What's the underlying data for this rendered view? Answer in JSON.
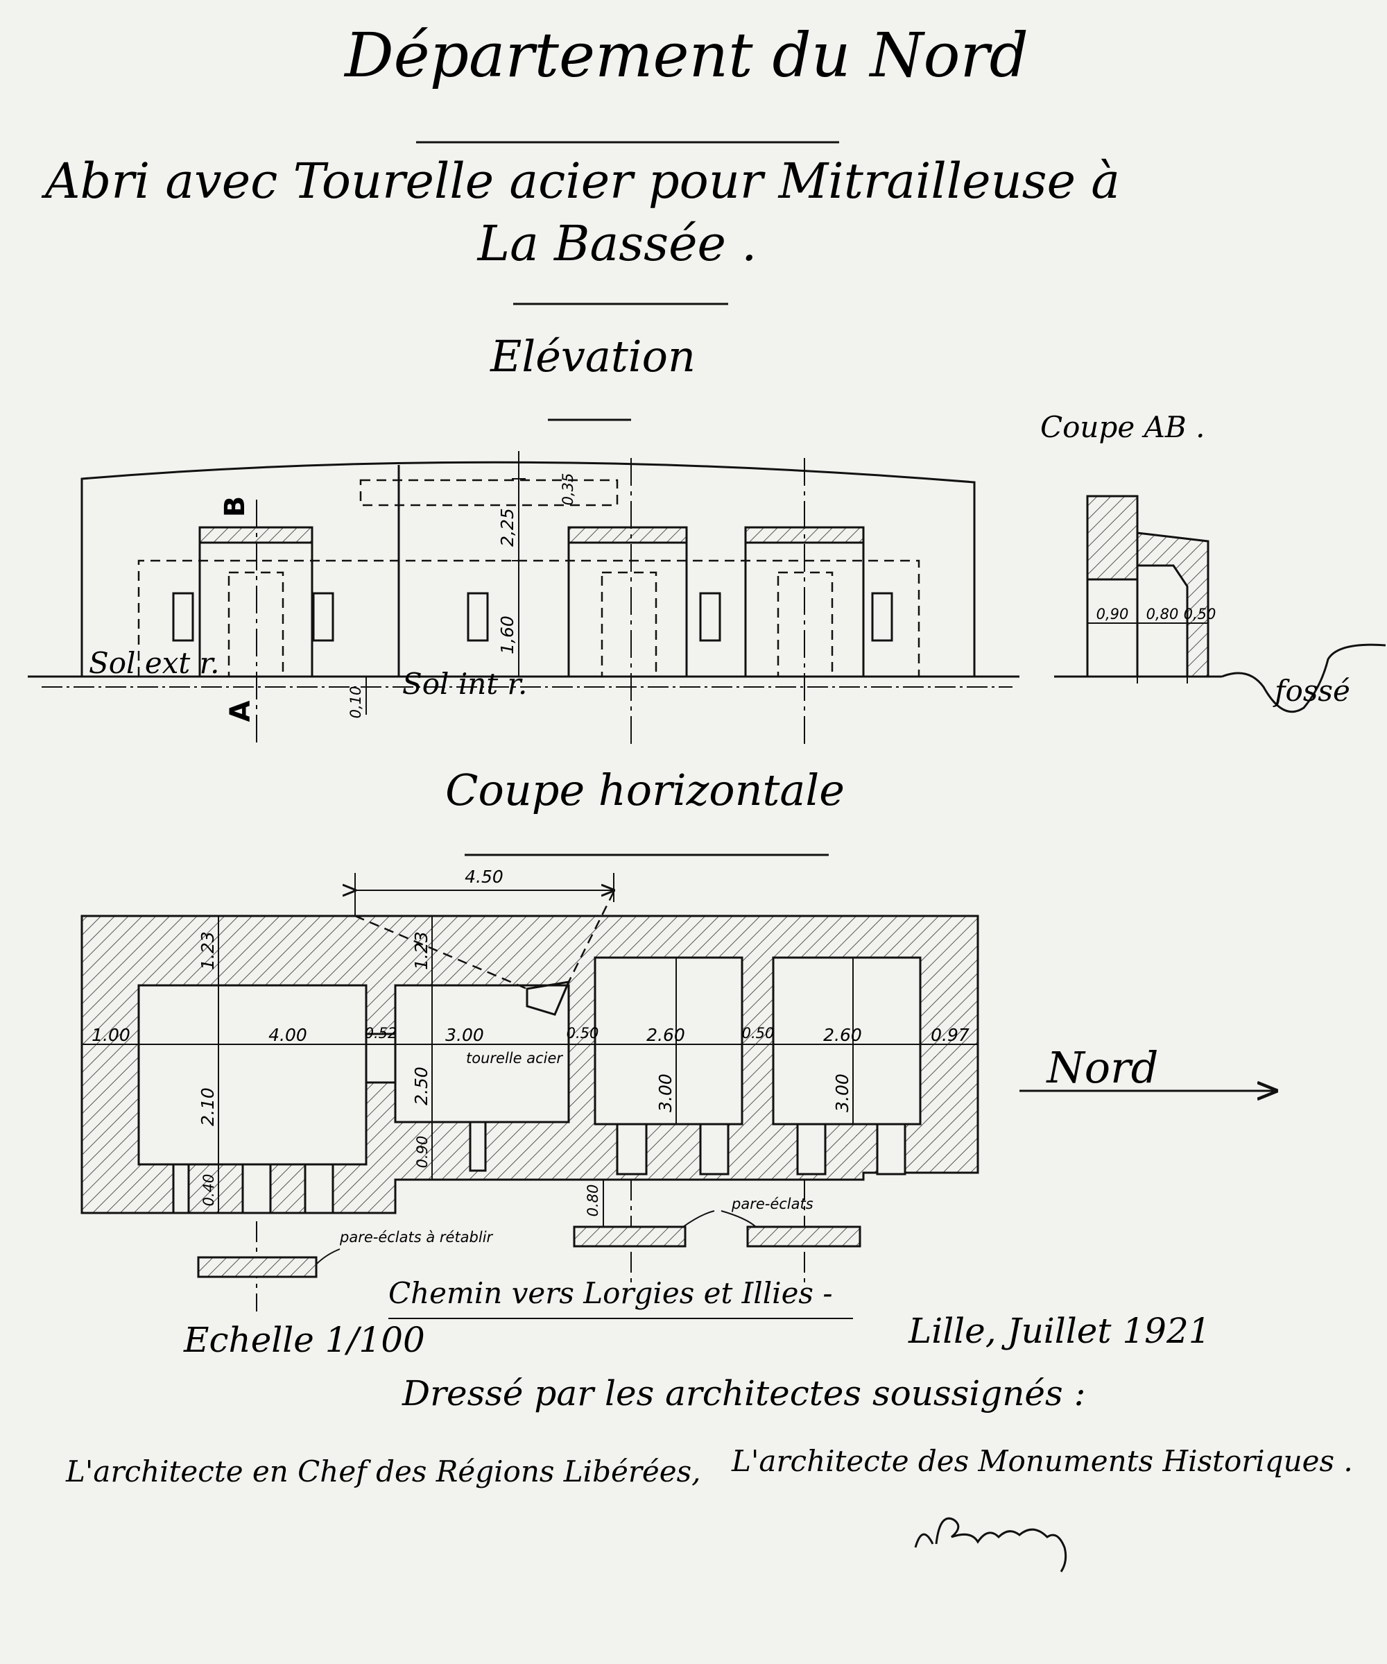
{
  "title": {
    "line1": "Département du Nord",
    "line2": "Abri avec Tourelle acier pour Mitrailleuse à",
    "line3": "La Bassée ."
  },
  "elevation": {
    "heading": "Elévation",
    "label_b": "B",
    "label_a": "A",
    "sol_ext": "Sol ext r.",
    "sol_int": "Sol int r.",
    "dims": {
      "d035": "0,35",
      "d225": "2,25",
      "d160": "1,60",
      "d010": "0,10"
    }
  },
  "coupe_ab": {
    "heading": "Coupe AB .",
    "dims": {
      "d090": "0,90",
      "d080": "0,80",
      "d050": "0,50"
    },
    "fosse": "fossé"
  },
  "horizontal": {
    "heading": "Coupe horizontale",
    "dims": {
      "d450": "4.50",
      "d123a": "1.23",
      "d123b": "1.23",
      "d100": "1.00",
      "d400": "4.00",
      "d052": "0.52",
      "d300w": "3.00",
      "d050a": "0.50",
      "d260a": "2.60",
      "d050b": "0.50",
      "d260b": "2.60",
      "d097": "0.97",
      "d210": "2.10",
      "d250": "2.50",
      "d300a": "3.00",
      "d300b": "3.00",
      "d090h": "0.90",
      "d040": "0.40",
      "d080h": "0.80"
    },
    "tourelle": "tourelle acier",
    "pare_eclats": "pare-éclats",
    "pare_eclats_retablir": "pare-éclats à rétablir",
    "chemin": "Chemin vers Lorgies et Illies -",
    "nord": "Nord"
  },
  "footer": {
    "echelle": "Echelle 1/100",
    "lieu_date": "Lille, Juillet 1921",
    "dresse": "Dressé par les architectes soussignés :",
    "architecte_chef": "L'architecte en Chef des Régions Libérées,",
    "architecte_mh": "L'architecte des Monuments Historiques ."
  }
}
